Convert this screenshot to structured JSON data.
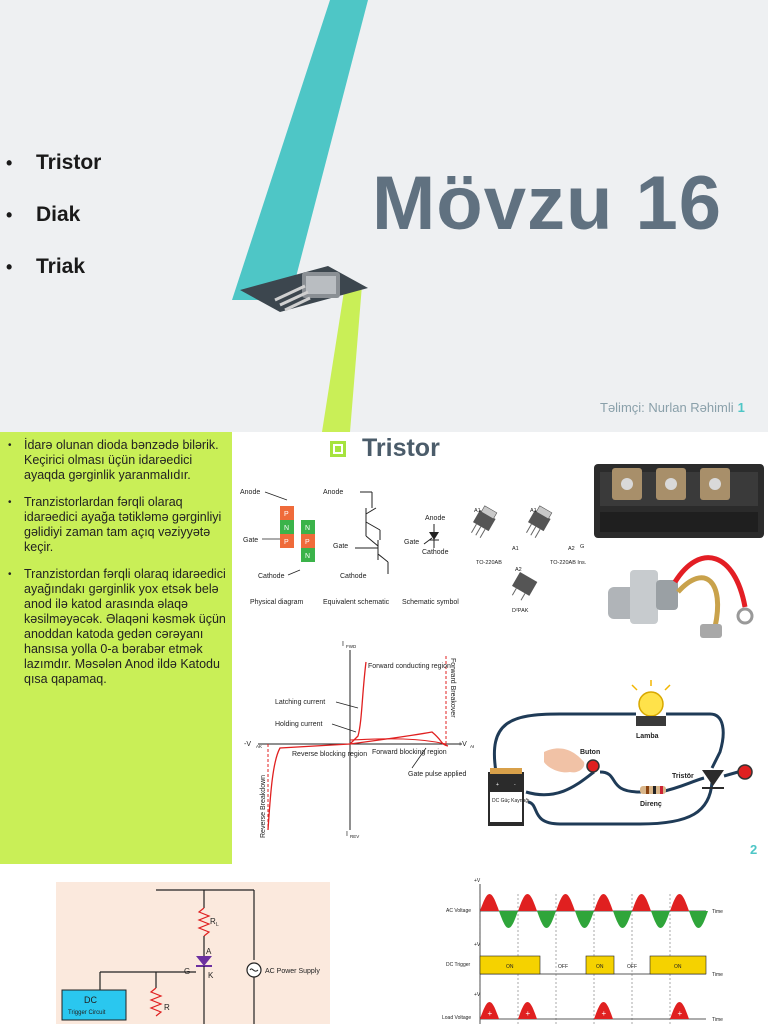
{
  "slide1": {
    "bullets": [
      "Tristor",
      "Diak",
      "Triak"
    ],
    "title": "Mövzu 16",
    "author": "Təlimçi: Nurlan Rəhimli",
    "page": "1"
  },
  "slide2": {
    "title": "Tristor",
    "page": "2",
    "bullets": [
      "İdarə olunan dioda bənzədə bilərik. Keçirici olması üçün idarəedici ayaqda gərginlik yaranmalıdır.",
      "Tranzistorlardan fərqli olaraq idarəedici ayağa tətikləmə gərginliyi gəlidiyi zaman tam açıq vəziyyətə keçir.",
      "Tranzistordan fərqli olaraq idarəedici ayağındakı gərginlik yox etsək belə anod ilə katod arasında əlaqə kəsilməyəcək. Əlaqəni kəsmək üçün anoddan katoda gedən cərəyanı hansısa yolla 0-a bərabər etmək lazımdır. Məsələn Anod ildə Katodu qısa qapamaq."
    ],
    "diagram": {
      "anode": "Anode",
      "gate": "Gate",
      "cathode": "Cathode",
      "p": "P",
      "n": "N",
      "physical": "Physical diagram",
      "equivalent": "Equivalent schematic",
      "symbol": "Schematic symbol"
    },
    "packages": {
      "to220ab": "TO-220AB",
      "to220ab_ins": "TO-220AB Ins.",
      "d2pak": "D²PAK",
      "a1": "A1",
      "a2": "A2",
      "g": "G"
    },
    "iv_curve": {
      "ifwd": "I",
      "ifwd_sub": "FWD",
      "irev": "I",
      "irev_sub": "REV",
      "vak_neg": "-V",
      "vak_pos": "+V",
      "vak_sub": "AK",
      "forward_conducting": "Forward conducting region",
      "latching": "Latching current",
      "holding": "Holding current",
      "reverse_blocking": "Reverse blocking region",
      "forward_blocking": "Forward blocking region",
      "gate_pulse": "Gate pulse applied",
      "forward_breakover": "Forward Breakover",
      "reverse_breakdown": "Reverse Breakdown"
    },
    "circuit": {
      "lamba": "Lamba",
      "buton": "Buton",
      "tristor": "Tristör",
      "direnc": "Direnç",
      "battery": "DC Güç Kaynağı",
      "plus": "+",
      "minus": "-"
    }
  },
  "slide3": {
    "circuit": {
      "rl": "R",
      "rl_sub": "L",
      "a": "A",
      "g": "G",
      "k": "K",
      "r": "R",
      "ac": "AC Power Supply",
      "dc_title": "DC",
      "dc_sub": "Trigger Circuit"
    },
    "waves": {
      "v": "+V",
      "ac_label": "AC Voltage",
      "dc_label": "DC Trigger",
      "load_label": "Load Voltage",
      "time": "Time",
      "on": "ON",
      "off": "OFF",
      "plus": "+",
      "minus": "-"
    }
  },
  "colors": {
    "teal": "#4ec6c6",
    "lime": "#c9ef57",
    "title_gray": "#607180",
    "thyristor_red": "#e02020",
    "wave_green": "#2fa53a",
    "trigger_yellow": "#f5d200",
    "dc_box_cyan": "#2ac7ef"
  },
  "icons": [
    "thyristor-chip-icon",
    "title-square-icon",
    "lamp-icon",
    "hand-icon"
  ]
}
